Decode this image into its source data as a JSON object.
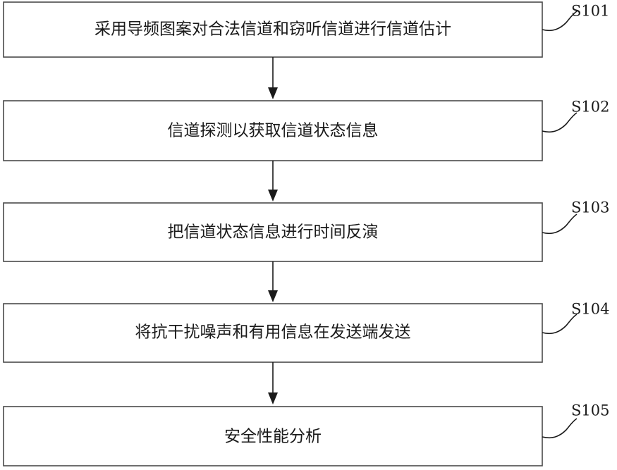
{
  "flowchart": {
    "steps": [
      {
        "label": "S101",
        "text": "采用导频图案对合法信道和窃听信道进行信道估计"
      },
      {
        "label": "S102",
        "text": "信道探测以获取信道状态信息"
      },
      {
        "label": "S103",
        "text": "把信道状态信息进行时间反演"
      },
      {
        "label": "S104",
        "text": "将抗干扰噪声和有用信息在发送端发送"
      },
      {
        "label": "S105",
        "text": "安全性能分析"
      }
    ]
  }
}
